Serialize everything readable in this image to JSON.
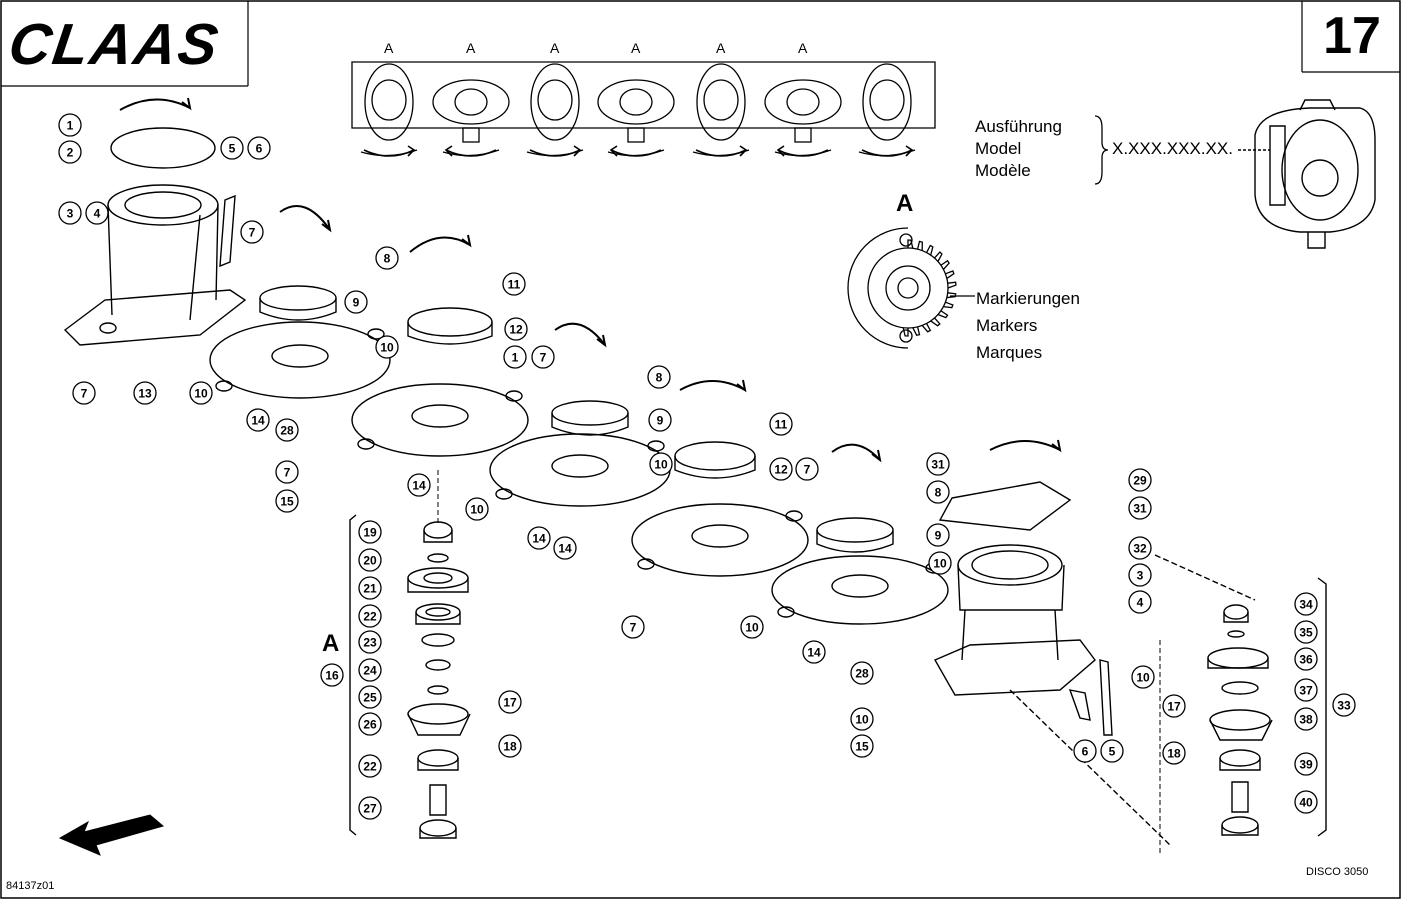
{
  "brand": "CLAAS",
  "page_number": "17",
  "drawing_id": "84137z01",
  "model_name": "DISCO 3050",
  "variant_labels": [
    "Ausführung",
    "Model",
    "Modèle"
  ],
  "variant_code": "X.XXX.XXX.XX.",
  "detail_letter": "A",
  "marker_labels": [
    "Markierungen",
    "Markers",
    "Marques"
  ],
  "group_letter": "A",
  "callouts": [
    "1",
    "2",
    "3",
    "4",
    "5",
    "6",
    "7",
    "7",
    "7",
    "13",
    "10",
    "8",
    "9",
    "11",
    "12",
    "10",
    "1",
    "7",
    "14",
    "28",
    "7",
    "14",
    "15",
    "10",
    "8",
    "9",
    "11",
    "12",
    "7",
    "10",
    "14",
    "14",
    "7",
    "10",
    "14",
    "8",
    "9",
    "31",
    "29",
    "31",
    "32",
    "3",
    "4",
    "10",
    "19",
    "20",
    "21",
    "22",
    "23",
    "16",
    "24",
    "25",
    "17",
    "26",
    "18",
    "22",
    "27",
    "28",
    "10",
    "15",
    "6",
    "5",
    "10",
    "34",
    "35",
    "36",
    "37",
    "17",
    "38",
    "33",
    "18",
    "39",
    "40"
  ]
}
